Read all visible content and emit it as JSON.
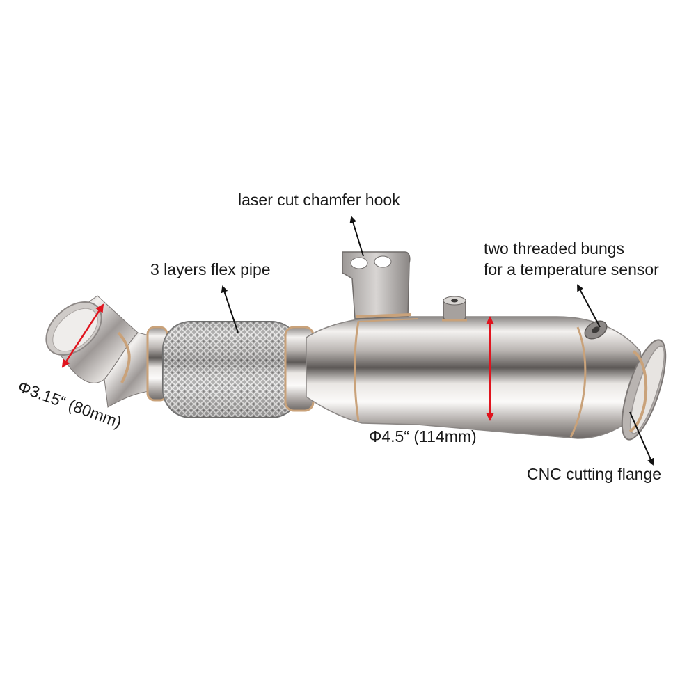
{
  "labels": {
    "hook": "laser cut chamfer hook",
    "flex": "3 layers flex pipe",
    "bungs_line1": "two threaded bungs",
    "bungs_line2": "for a temperature sensor",
    "outlet_diameter": "Φ4.5“ (114mm)",
    "inlet_diameter": "Φ3.15“ (80mm)",
    "flange": "CNC cutting flange"
  },
  "colors": {
    "callout_arrow": "#111111",
    "dimension_arrow": "#e0141e",
    "steel_light": "#f2f0ee",
    "steel_dark": "#6c6866",
    "mesh": "#8a8a8a",
    "weld": "#c9a27a"
  }
}
